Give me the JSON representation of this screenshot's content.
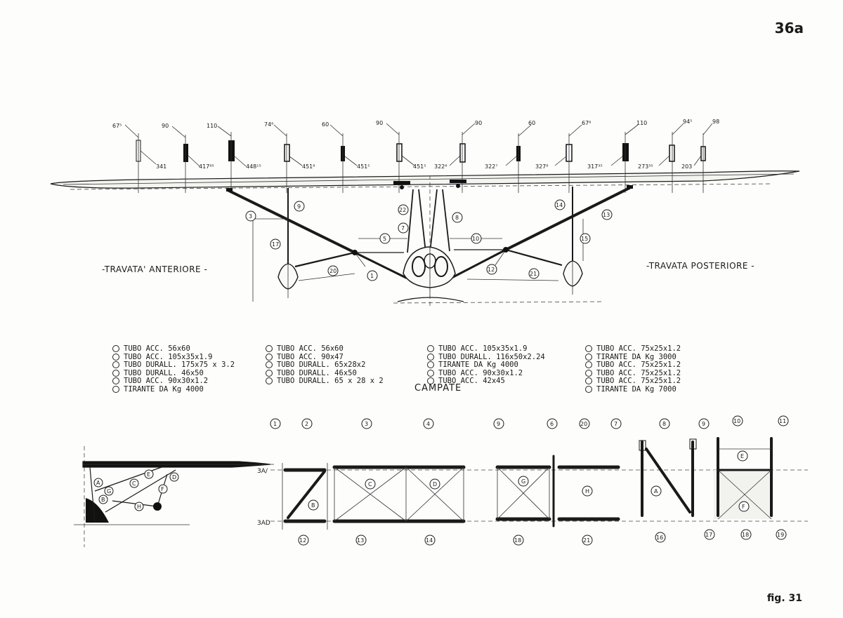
{
  "page_number": "36a",
  "figure_label": "fig. 31",
  "labels": {
    "travata_anteriore": "-TRAVATA' ANTERIORE -",
    "travata_posteriore": "-TRAVATA POSTERIORE -",
    "campate": "CAMPATE",
    "side_a": "3A/",
    "side_b": "3AD"
  },
  "rib_dimensions": [
    {
      "top": "67⁵",
      "side": "341"
    },
    {
      "top": "90",
      "side": "417⁸⁵"
    },
    {
      "top": "110",
      "side": "448¹⁵"
    },
    {
      "top": "74⁶",
      "side": "451⁸"
    },
    {
      "top": "60",
      "side": "451⁵"
    },
    {
      "top": "90",
      "side": "451⁵"
    },
    {
      "top": "90",
      "side": "322⁸"
    },
    {
      "top": "60",
      "side": "322⁷"
    },
    {
      "top": "67⁸",
      "side": "327⁸"
    },
    {
      "top": "110",
      "side": "317³⁵"
    },
    {
      "top": "94⁵",
      "side": "273³⁵"
    },
    {
      "top": "98",
      "side": "203"
    }
  ],
  "front_view_numbers": [
    "9",
    "3",
    "17",
    "20",
    "5",
    "7",
    "22",
    "1",
    "8",
    "10",
    "12",
    "21",
    "14",
    "13",
    "15"
  ],
  "legend": [
    [
      "TUBO ACC. 56x60",
      "TUBO ACC. 105x35x1.9",
      "TUBO DURALL. 175x75 x 3.2",
      "TUBO DURALL. 46x50",
      "TUBO ACC. 90x30x1.2",
      "TIRANTE DA Kg 4000"
    ],
    [
      "TUBO ACC. 56x60",
      "TUBO ACC. 90x47",
      "TUBO DURALL. 65x28x2",
      "TUBO DURALL. 46x50",
      "TUBO DURALL. 65 x 28 x 2"
    ],
    [
      "TUBO ACC. 105x35x1.9",
      "TUBO DURALL. 116x50x2.24",
      "TIRANTE DA Kg 4000",
      "TUBO ACC. 90x30x1.2",
      "TUBO ACC. 42x45"
    ],
    [
      "TUBO ACC. 75x25x1.2",
      "TIRANTE DA Kg 3000",
      "TUBO ACC. 75x25x1.2",
      "TUBO ACC. 75x25x1.2",
      "TUBO ACC. 75x25x1.2",
      "TIRANTE DA Kg 7000"
    ]
  ],
  "bay_top_numbers": [
    "1",
    "2",
    "3",
    "4",
    "9",
    "6",
    "20",
    "7",
    "8",
    "9",
    "10",
    "11"
  ],
  "bay_bottom_numbers": [
    "12",
    "13",
    "14",
    "18",
    "21",
    "16",
    "17",
    "18",
    "19"
  ],
  "bay_letters": [
    "B",
    "C",
    "D",
    "G",
    "H",
    "A",
    "E",
    "F"
  ],
  "profile_letters": [
    "A",
    "B",
    "C",
    "E",
    "D",
    "F",
    "G",
    "H"
  ]
}
